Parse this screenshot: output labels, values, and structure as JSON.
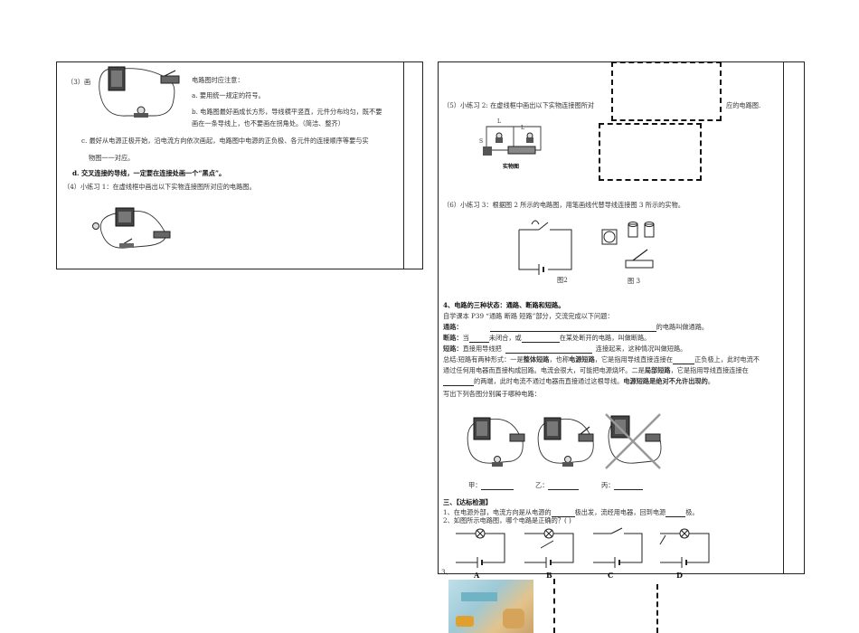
{
  "left_panel": {
    "item3_label": "（3）画",
    "notes_title": "电路图时应注意：",
    "note_a": "a. 要用统一规定的符号。",
    "note_b1": "b. 电路图最好画成长方形，导线横平竖直，元件分布均匀，既不要",
    "note_b2": "画在一条导线上，也不要画在拐角处。（简洁、整齐）",
    "note_c1": "c. 最好从电源正极开始，沿电流方向依次画起，电路图中电源的正负极、各元件的连接顺序等要与实",
    "note_c2": "物图一一对应。",
    "note_d": "d. 交叉连接的导线，一定要在连接处画一个“黑点”。",
    "item4": "（4）小练习 1：在虚线框中画出以下实物连接图所对应的电路图。"
  },
  "right_panel": {
    "ex2_left": "（5）小练习 2: 在虚线框中画出以下实物连接图所对",
    "ex2_right": "应的电路图.",
    "ex2_l1": "L",
    "ex2_l2": "L",
    "ex2_s": "S",
    "ex2_caption": "实物图",
    "ex3": "（6）小练习 3：根据图 2 所示的电路图，用笔画线代替导线连接图 3 所示的实物。",
    "fig2": "图2",
    "fig3": "图 3",
    "sec4_prefix": "4、电路的三种状态：",
    "sec4_bold": "通路、断路和短路",
    "sec4_end": "。",
    "intro": "自学课本 P39 “通路  断路    短路”部分，交流完成以下问题：",
    "open_circuit_label": "通路：",
    "open_circuit_text": "的电路叫做通路。",
    "break_label": "断路：",
    "break_a": "当",
    "break_b": "未闭合，或",
    "break_c": "在某处断开的电路，叫做断路。",
    "short_label": "短路：",
    "short_a": "直接用导线把",
    "short_b": "连接起来，这种情况叫做短路。",
    "sum1_a": "总结:短路有两种形式：一是",
    "sum1_b": "整体短路",
    "sum1_c": "，也称",
    "sum1_d": "电源短路",
    "sum1_e": "，它是指用导线直接连接在",
    "sum1_f": "正负极上，此时电流不",
    "sum2": "通过任何用电器而直接构成回路。电流会很大，可能把电源烧坏。二是",
    "sum2_bold": "局部短路",
    "sum2_end": "，它是指用导线直接连接在",
    "sum3_b": "的两端，此时电流不通过电器而直接通过这根导线。",
    "sum3_bold": "电源短路是绝对不允许出现的",
    "sum3_end": "。",
    "q_states": "写出下列各图分别属于哪种电路：",
    "ans_jia": "甲：",
    "ans_yi": "乙：",
    "ans_bing": "丙：",
    "sec3": "三、【达标检测】",
    "q1_a": "1、在电源外部，电流方向是从电源的",
    "q1_b": "极出发，流经用电器，回到电源",
    "q1_c": "极。",
    "q2": "2、如图所示电路图，哪个电路是正确的？(     )",
    "opt_a": "A",
    "opt_b": "B",
    "opt_c": "C",
    "opt_d": "D",
    "q3": "3、"
  },
  "colors": {
    "line": "#222222",
    "text": "#333333",
    "photo_blue": "#9ec9d6",
    "photo_tan": "#e3c38c"
  }
}
